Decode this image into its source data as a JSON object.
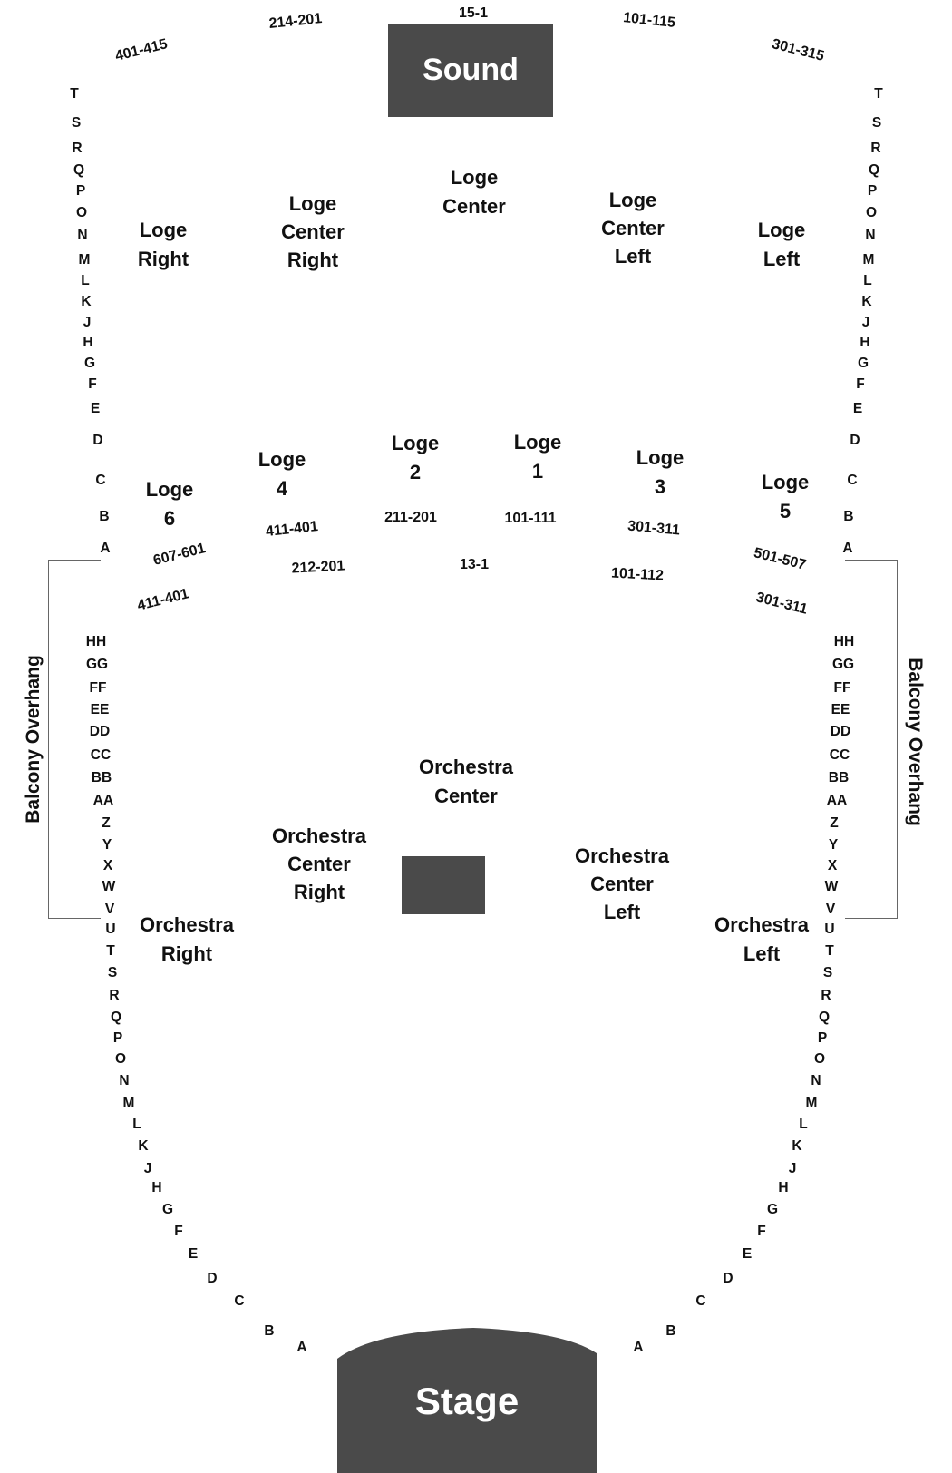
{
  "top_blocks": {
    "sound": "Sound",
    "stage": "Stage"
  },
  "colors": {
    "block": "#4a4a4a",
    "text": "#111111",
    "bracket": "#666666"
  },
  "sections": {
    "loge_center": [
      "Loge",
      "Center"
    ],
    "loge_center_right": [
      "Loge",
      "Center",
      "Right"
    ],
    "loge_center_left": [
      "Loge",
      "Center",
      "Left"
    ],
    "loge_right": [
      "Loge",
      "Right"
    ],
    "loge_left": [
      "Loge",
      "Left"
    ],
    "loge_1": [
      "Loge",
      "1"
    ],
    "loge_2": [
      "Loge",
      "2"
    ],
    "loge_3": [
      "Loge",
      "3"
    ],
    "loge_4": [
      "Loge",
      "4"
    ],
    "loge_5": [
      "Loge",
      "5"
    ],
    "loge_6": [
      "Loge",
      "6"
    ],
    "orchestra_center": [
      "Orchestra",
      "Center"
    ],
    "orchestra_center_right": [
      "Orchestra",
      "Center",
      "Right"
    ],
    "orchestra_center_left": [
      "Orchestra",
      "Center",
      "Left"
    ],
    "orchestra_right": [
      "Orchestra",
      "Right"
    ],
    "orchestra_left": [
      "Orchestra",
      "Left"
    ]
  },
  "seat_ranges": {
    "r15_1": "15-1",
    "r214_201": "214-201",
    "r101_115": "101-115",
    "r401_415": "401-415",
    "r301_315": "301-315",
    "r411_401_a": "411-401",
    "r211_201": "211-201",
    "r101_111": "101-111",
    "r301_311_a": "301-311",
    "r607_601": "607-601",
    "r212_201": "212-201",
    "r13_1": "13-1",
    "r101_112": "101-112",
    "r501_507": "501-507",
    "r411_401_b": "411-401",
    "r301_311_b": "301-311"
  },
  "balcony_overhang": "Balcony Overhang",
  "loge_rows": [
    "T",
    "S",
    "R",
    "Q",
    "P",
    "O",
    "N",
    "M",
    "L",
    "K",
    "J",
    "H",
    "G",
    "F",
    "E",
    "D",
    "C",
    "B",
    "A"
  ],
  "orch_rows": [
    "HH",
    "GG",
    "FF",
    "EE",
    "DD",
    "CC",
    "BB",
    "AA",
    "Z",
    "Y",
    "X",
    "W",
    "V",
    "U",
    "T",
    "S",
    "R",
    "Q",
    "P",
    "O",
    "N",
    "M",
    "L",
    "K",
    "J",
    "H",
    "G",
    "F",
    "E",
    "D",
    "C",
    "B",
    "A"
  ]
}
